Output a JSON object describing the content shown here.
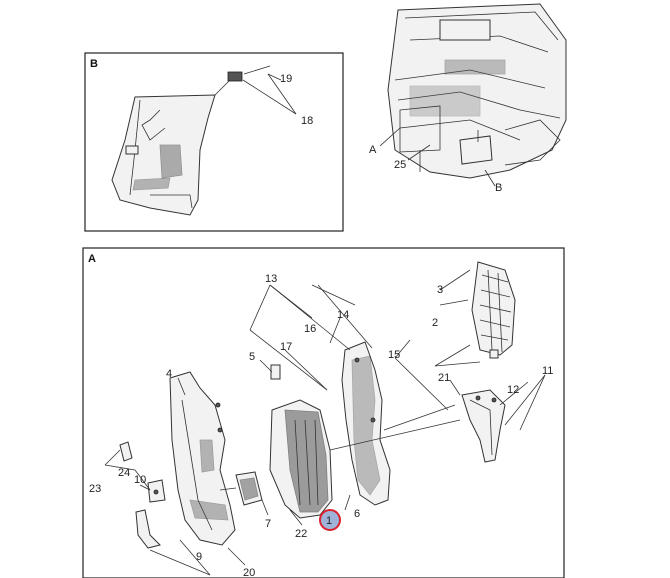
{
  "panels": {
    "detail_b": {
      "label": "B"
    },
    "detail_a": {
      "label": "A"
    }
  },
  "cab_view": {
    "callout_a": "A",
    "callout_b": "B",
    "callout_25": "25"
  },
  "callouts_b": {
    "c19": "19",
    "c18": "18"
  },
  "callouts_a": {
    "c13": "13",
    "c14": "14",
    "c16": "16",
    "c17": "17",
    "c15": "15",
    "c3": "3",
    "c2": "2",
    "c5": "5",
    "c4": "4",
    "c21": "21",
    "c12": "12",
    "c11": "11",
    "c24": "24",
    "c23": "23",
    "c10": "10",
    "c7": "7",
    "c22": "22",
    "c1": "1",
    "c6": "6",
    "c9": "9",
    "c20": "20"
  },
  "highlight": {
    "color": "#d9232e",
    "fill": "#9fb3d9"
  }
}
